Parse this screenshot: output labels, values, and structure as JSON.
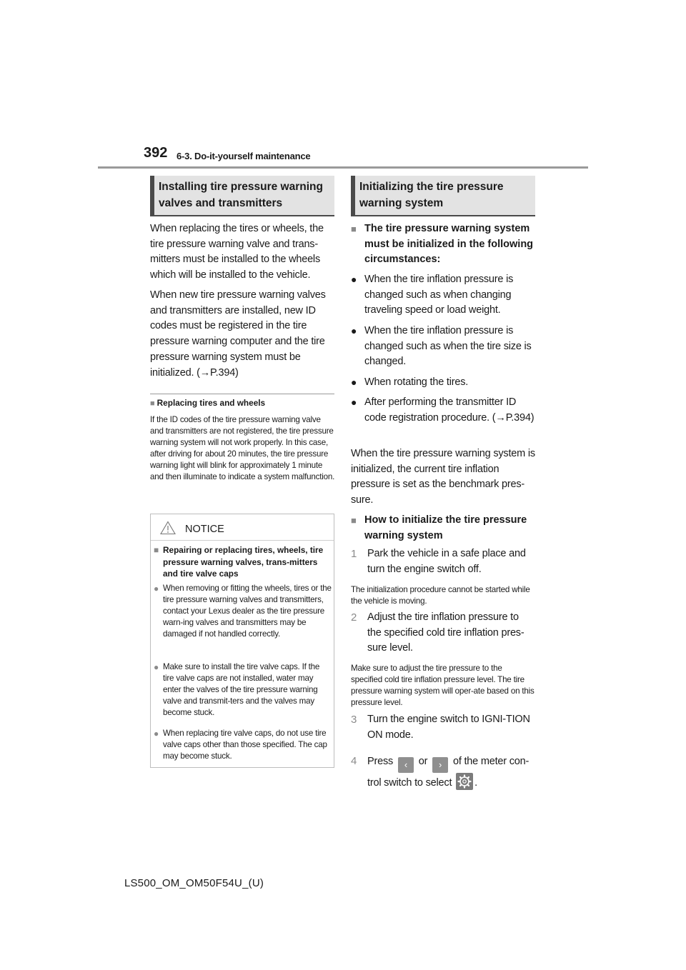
{
  "header": {
    "page_number": "392",
    "section": "6-3. Do-it-yourself maintenance"
  },
  "left": {
    "heading": "Installing tire pressure warning valves and transmitters",
    "paragraph1": "When replacing the tires or wheels, the tire pressure warning valve and trans-mitters must be installed to the wheels which will be installed to the vehicle.",
    "paragraph2": "When new tire pressure warning valves and transmitters are installed, new ID codes must be registered in the tire pressure warning computer and the tire pressure warning system must be initialized. (→P.394)",
    "sub_heading_marker": "■",
    "sub_heading": "Replacing tires and wheels",
    "small_text": "If the ID codes of the tire pressure warning valve and transmitters are not registered, the tire pressure warning system will not work properly. In this case, after driving for about 20 minutes, the tire pressure warning light will blink for approximately 1 minute and then illuminate to indicate a system malfunction."
  },
  "notice": {
    "label": "NOTICE",
    "sub_heading_marker": "■",
    "sub_heading": "Repairing or replacing tires, wheels, tire pressure warning valves, trans-mitters and tire valve caps",
    "bullet_marker": "●",
    "bullets": [
      "When removing or fitting the wheels, tires or the tire pressure warning valves and transmitters, contact your Lexus dealer as the tire pressure warn-ing valves and transmitters may be damaged if not handled correctly.",
      "Make sure to install the tire valve caps. If the tire valve caps are not installed, water may enter the valves of the tire pressure warning valve and transmit-ters and the valves may become stuck.",
      "When replacing tire valve caps, do not use tire valve caps other than those specified. The cap may become stuck."
    ]
  },
  "right": {
    "heading": "Initializing the tire pressure warning system",
    "sub_heading1_marker": "■",
    "sub_heading1": "The tire pressure warning system must be initialized in the following circumstances:",
    "bullet_marker": "●",
    "bullets": [
      "When the tire inflation pressure is changed such as when changing traveling speed or load weight.",
      "When the tire inflation pressure is changed such as when the tire size is changed.",
      "When rotating the tires.",
      "After performing the transmitter ID code registration procedure. (→P.394)"
    ],
    "paragraph": "When the tire pressure warning system is initialized, the current tire inflation pressure is set as the benchmark pres-sure.",
    "sub_heading2_marker": "■",
    "sub_heading2": "How to initialize the tire pressure warning system",
    "steps": [
      {
        "num": "1",
        "text": "Park the vehicle in a safe place and turn the engine switch off."
      },
      {
        "num": "2",
        "text": "Adjust the tire inflation pressure to the specified cold tire inflation pres-sure level."
      },
      {
        "num": "3",
        "text": "Turn the engine switch to IGNI-TION ON mode."
      },
      {
        "num": "4",
        "text_before": "Press",
        "text_or": "or",
        "text_after": "of the meter con-trol switch to select",
        "text_end": "."
      }
    ],
    "note1": "The initialization procedure cannot be started while the vehicle is moving.",
    "note2": "Make sure to adjust the tire pressure to the specified cold tire inflation pressure level. The tire pressure warning system will oper-ate based on this pressure level."
  },
  "footer": {
    "code": "LS500_OM_OM50F54U_(U)"
  }
}
